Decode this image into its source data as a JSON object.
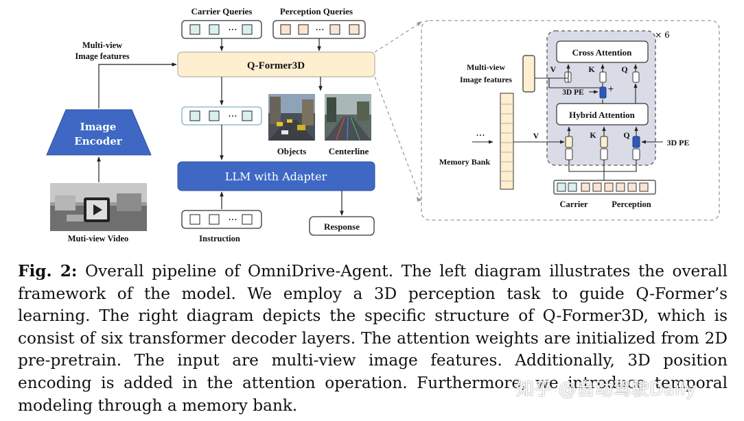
{
  "figure": {
    "left": {
      "carrier_queries": "Carrier Queries",
      "perception_queries": "Perception Queries",
      "multiview_features": [
        "Multi-view",
        "Image features"
      ],
      "qformer": "Q-Former3D",
      "image_encoder": [
        "Image",
        "Encoder"
      ],
      "objects": "Objects",
      "centerline": "Centerline",
      "llm": "LLM with Adapter",
      "video": "Muti-view Video",
      "instruction": "Instruction",
      "response": "Response",
      "dots": "···"
    },
    "right": {
      "repeat": "× 6",
      "cross_attention": "Cross Attention",
      "hybrid_attention": "Hybrid Attention",
      "multiview_features": [
        "Multi-view",
        "Image features"
      ],
      "memory_bank": "Memory Bank",
      "v": "V",
      "k": "K",
      "q": "Q",
      "pe_3d": "3D PE",
      "plus": "+",
      "carrier": "Carrier",
      "perception": "Perception",
      "dots": "···"
    },
    "colors": {
      "qformer_fill": "#fdefd0",
      "llm_fill": "#3e68c4",
      "encoder_fill": "#3e68c4",
      "carrier_token": "#d9f0ef",
      "perception_token": "#fbe4d2",
      "layer_panel": "#d9dce6",
      "q_token": "#2f57b5"
    }
  },
  "caption": {
    "label": "Fig. 2:",
    "text": "Overall pipeline of OmniDrive-Agent. The left diagram illustrates the overall framework of the model. We employ a 3D perception task to guide Q-Former’s learning. The right diagram depicts the specific structure of Q-Former3D, which is consist of six transformer decoder layers. The attention weights are initialized from 2D pre-pretrain. The input are multi-view image features. Additionally, 3D position encoding is added in the attention operation. Furthermore, we introduce temporal modeling through a memory bank."
  },
  "watermark": "知乎 @自动驾驶Daily"
}
